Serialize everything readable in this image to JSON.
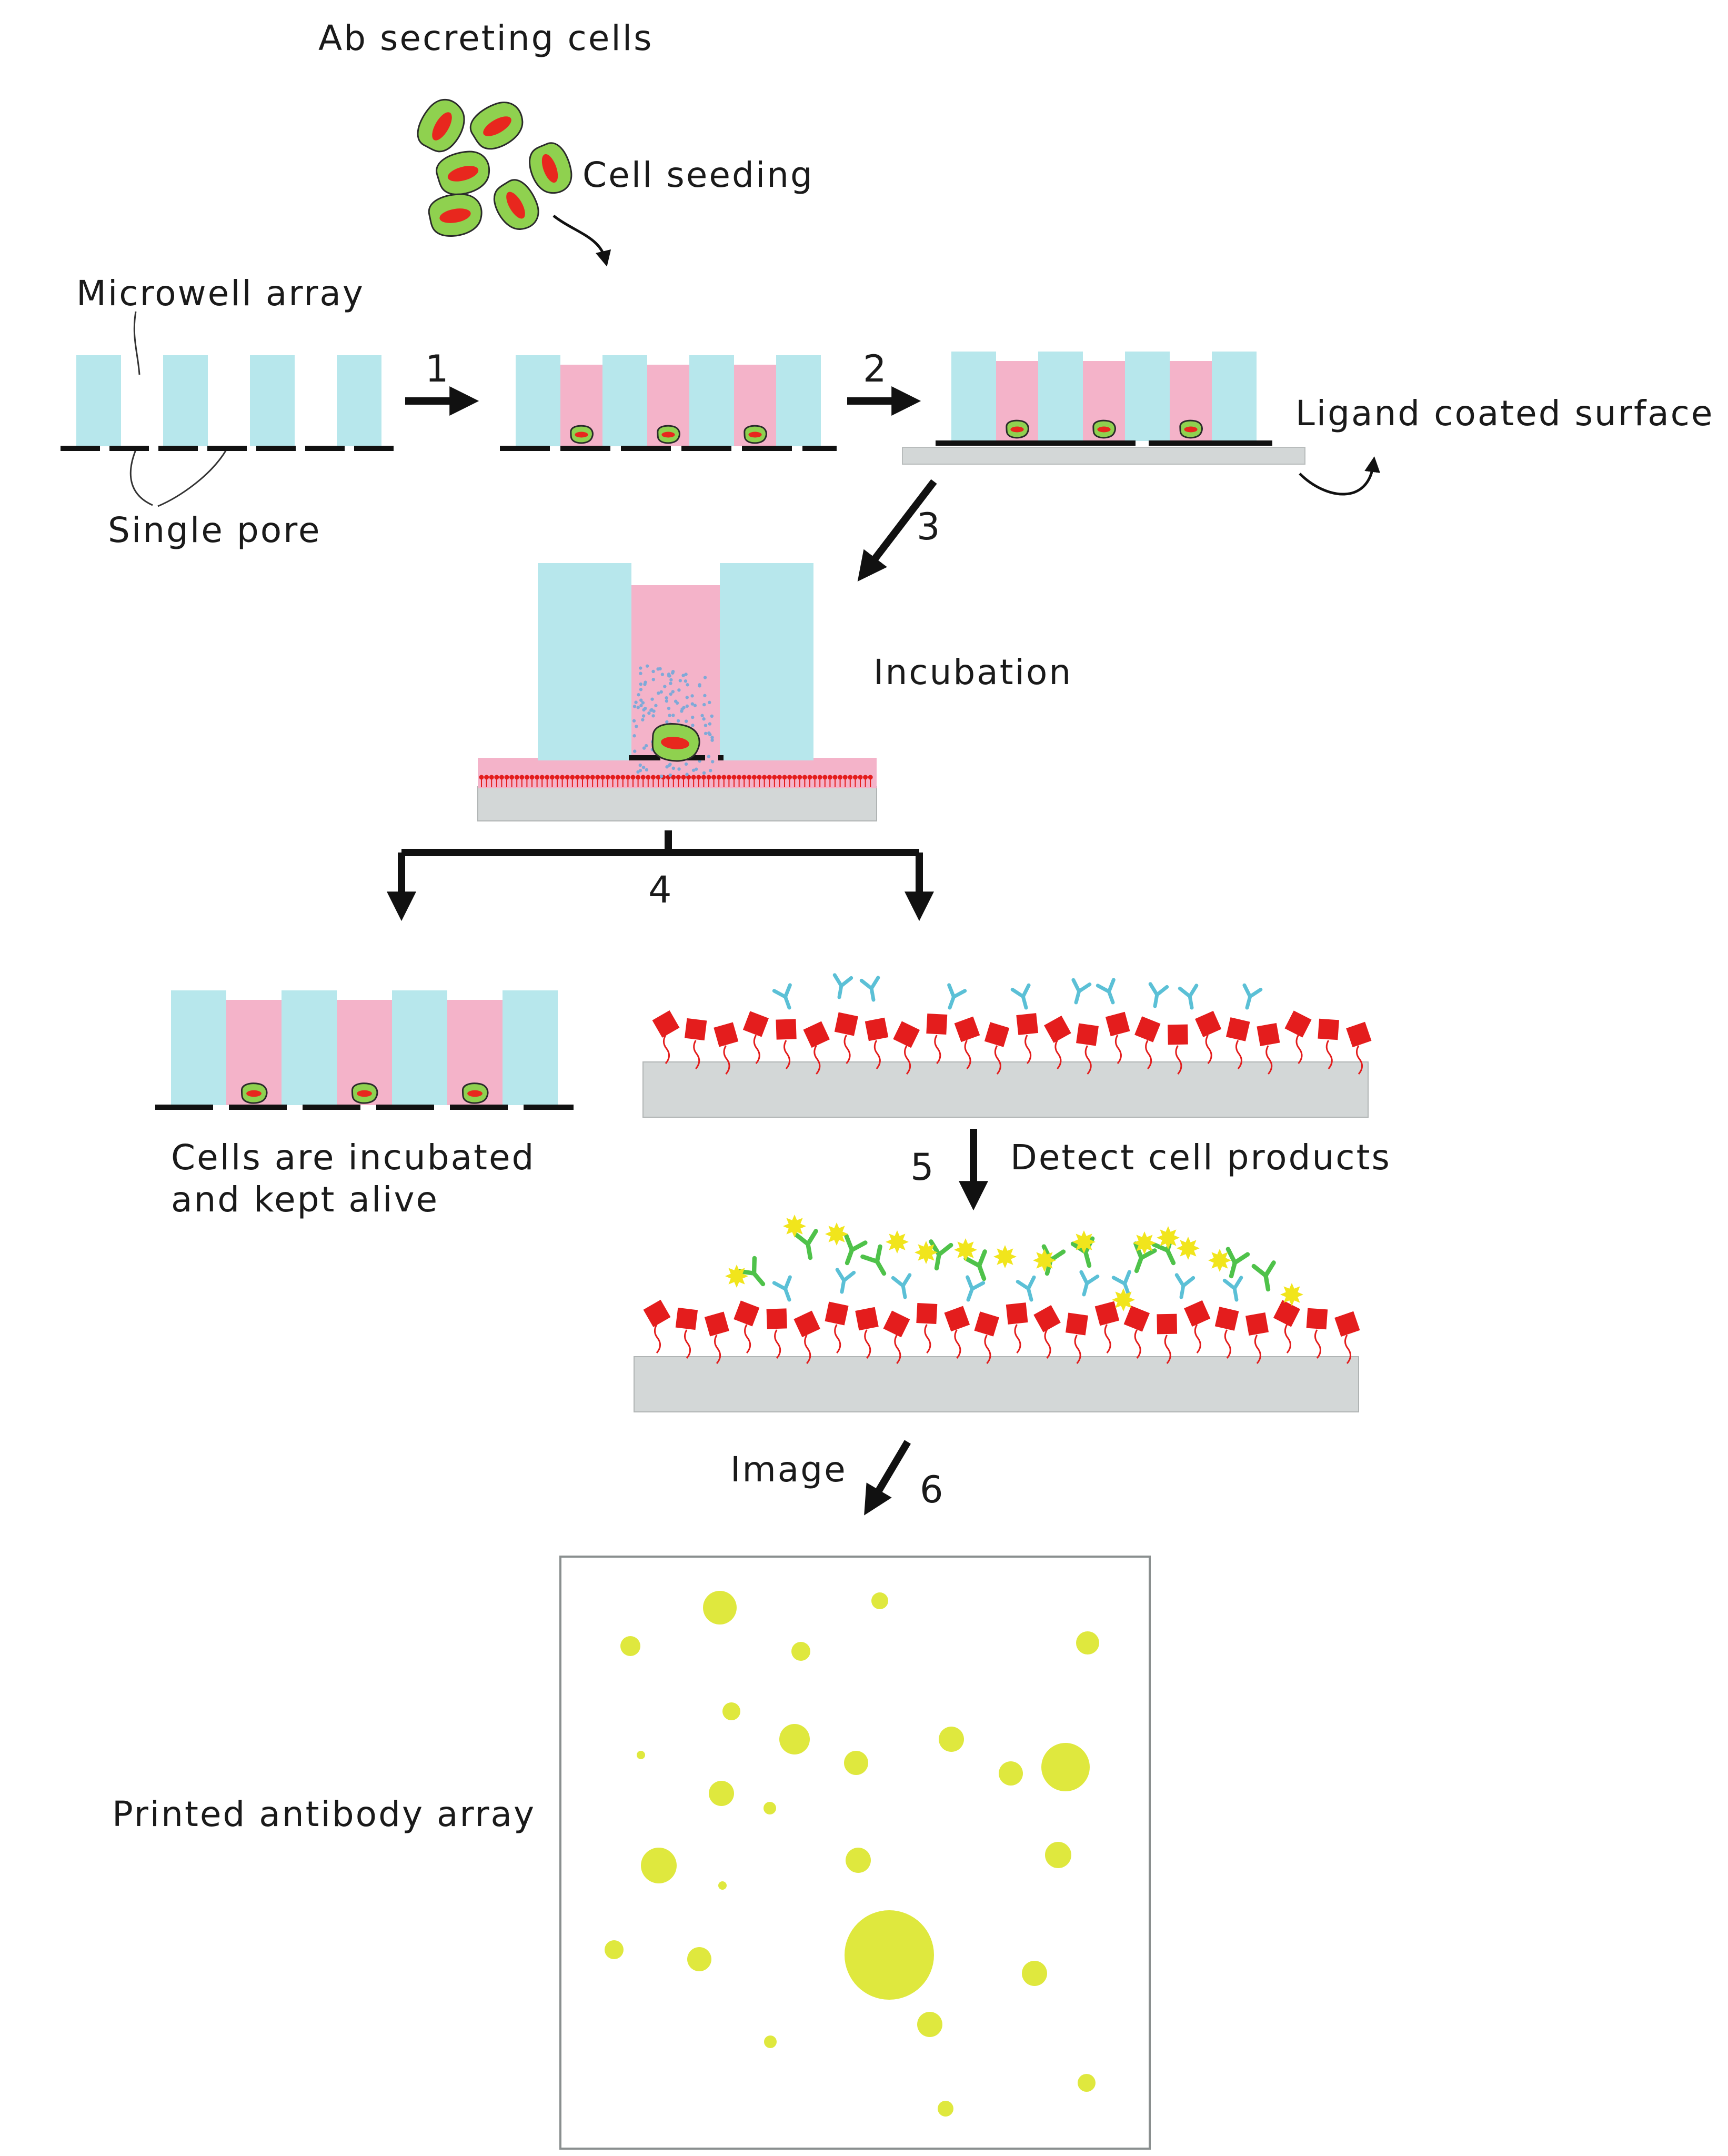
{
  "labels": {
    "ab_cells": "Ab secreting cells",
    "cell_seeding": "Cell seeding",
    "microwell_array": "Microwell array",
    "single_pore": "Single pore",
    "ligand_surface": "Ligand coated surface",
    "incubation": "Incubation",
    "cells_incubated_1": "Cells are incubated",
    "cells_incubated_2": "and kept alive",
    "detect": "Detect cell products",
    "image": "Image",
    "printed_array": "Printed antibody array"
  },
  "steps": [
    "1",
    "2",
    "3",
    "4",
    "5",
    "6"
  ],
  "colors": {
    "well_wall": "#b7e7ec",
    "medium": "#f4b3c9",
    "cell_body": "#8fd14f",
    "cell_nucleus": "#e8271e",
    "ligand": "#e41d1d",
    "antibody_primary": "#5bc0d6",
    "antibody_secondary": "#4fc24a",
    "fluor": "#f1e51c",
    "surface": "#d3d7d7",
    "spot": "#dfe83e"
  }
}
